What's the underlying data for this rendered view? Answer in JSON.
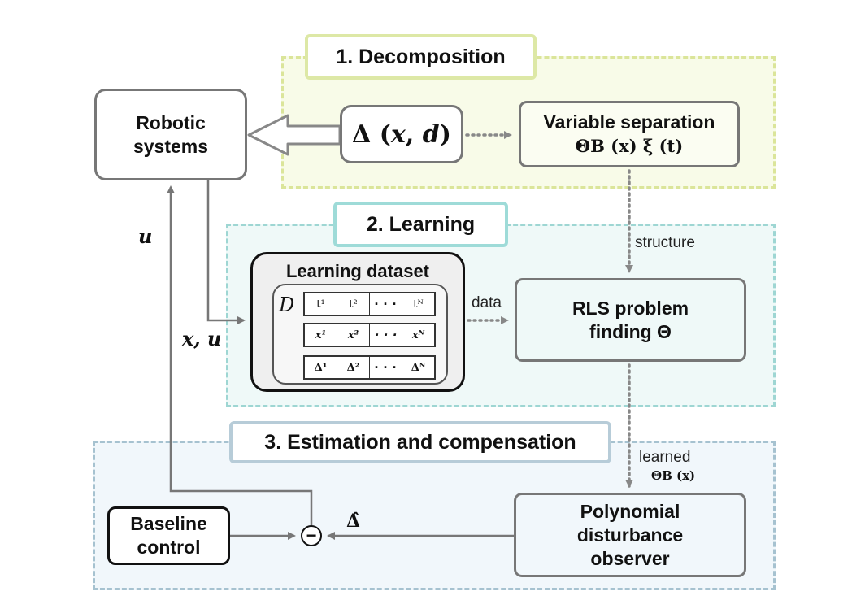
{
  "regions": {
    "decomposition": {
      "title": "1. Decomposition"
    },
    "learning": {
      "title": "2. Learning"
    },
    "estimation": {
      "title": "3. Estimation and compensation"
    }
  },
  "nodes": {
    "robotic_systems": {
      "line1": "Robotic",
      "line2": "systems"
    },
    "disturbance": {
      "pre": "Δ (",
      "x": "x",
      "sep": ", ",
      "d": "d",
      "post": ")"
    },
    "variable_separation": {
      "title": "Variable separation",
      "formula": "ΘB (x) ξ (t)"
    },
    "learning_dataset": {
      "title": "Learning dataset",
      "symbol": "D",
      "rows": [
        [
          "t¹",
          "t²",
          "· · ·",
          "tᴺ"
        ],
        [
          "x¹",
          "x²",
          "· · ·",
          "xᴺ"
        ],
        [
          "Δ¹",
          "Δ²",
          "· · ·",
          "Δᴺ"
        ]
      ]
    },
    "rls_problem": {
      "line1": "RLS problem",
      "line2": "finding Θ"
    },
    "polynomial_observer": {
      "line1": "Polynomial",
      "line2": "disturbance",
      "line3": "observer"
    },
    "baseline_control": {
      "line1": "Baseline",
      "line2": "control"
    },
    "sum_junction": {
      "symbol": "−"
    }
  },
  "edge_labels": {
    "structure": "structure",
    "data": "data",
    "learned": "learned",
    "learned_formula": "ΘB (x)",
    "u": "u",
    "xu": "x, u",
    "delta_hat": "Δ̂"
  },
  "colors": {
    "decomposition_border": "#dbe59a",
    "learning_border": "#9ed6d3",
    "estimation_border": "#a6c2d0",
    "arrow": "#777777"
  }
}
